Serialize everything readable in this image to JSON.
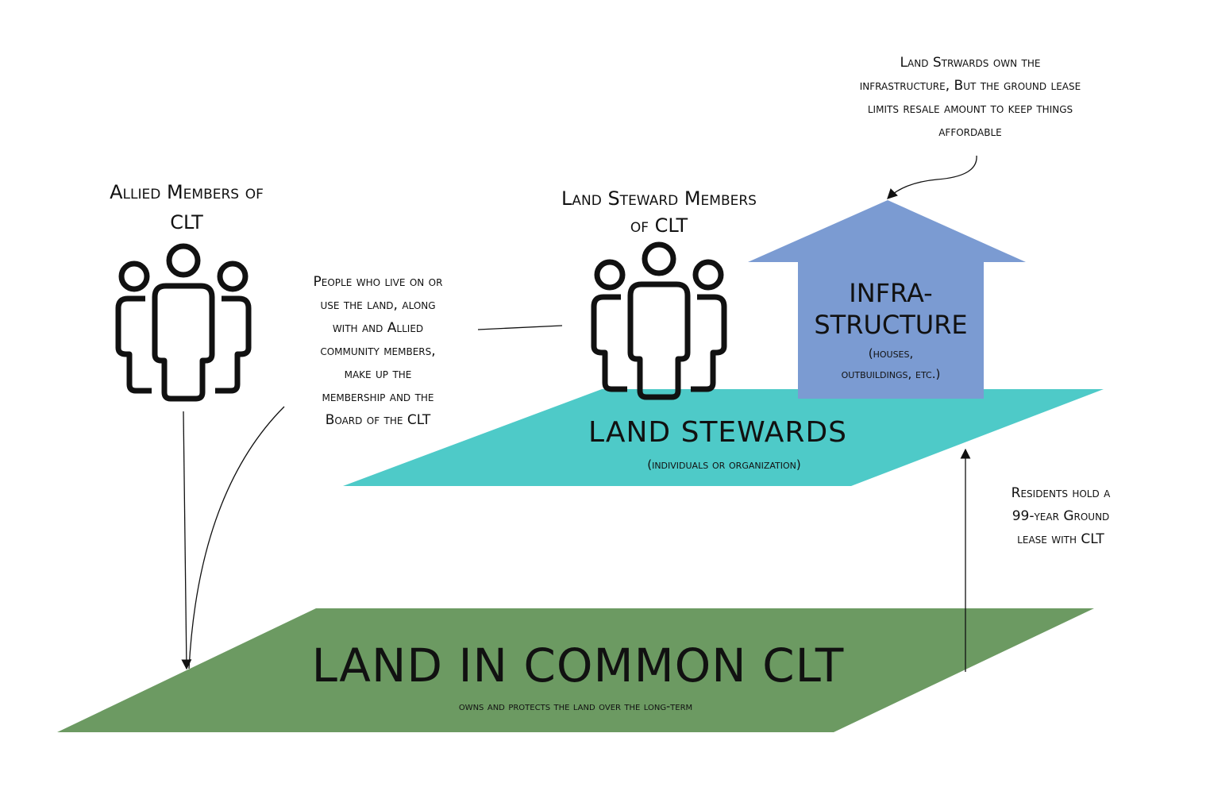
{
  "allied": {
    "title_line1": "Allied Members of",
    "title_line2": "CLT",
    "icon": "people-group-icon"
  },
  "steward_members": {
    "title_line1": "Land Steward Members",
    "title_line2": "of CLT",
    "icon": "people-group-icon"
  },
  "membership_note": {
    "lines": [
      "People who live on or",
      "use the land, along",
      "with and Allied",
      "community members,",
      "make up the",
      "membership and the",
      "Board of the CLT"
    ]
  },
  "infrastructure_note": {
    "lines": [
      "Land Strwards own the",
      "infrastructure, But the ground lease",
      "limits resale amount to keep things",
      "affordable"
    ]
  },
  "house": {
    "title_line1": "INFRA-",
    "title_line2": "STRUCTURE",
    "sub_line1": "(houses,",
    "sub_line2": "outbuildings, etc.)",
    "fill": "#7b9bd2",
    "icon": "house-icon"
  },
  "land_stewards": {
    "title": "LAND STEWARDS",
    "subtitle": "(individuals or organization)",
    "fill": "#4ecac8"
  },
  "lease_note": {
    "lines": [
      "Residents hold a",
      "99-year Ground",
      "lease with CLT"
    ]
  },
  "land_common": {
    "title": "LAND IN COMMON CLT",
    "subtitle": "owns and protects the land over the long-term",
    "fill": "#6c9a62"
  }
}
